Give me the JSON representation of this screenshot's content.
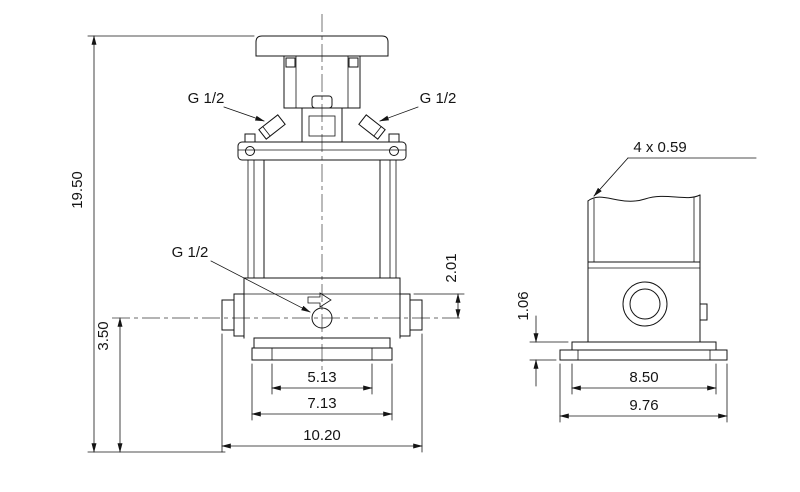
{
  "colors": {
    "ink": "#141414",
    "background": "#ffffff"
  },
  "front_view": {
    "vent_port_left_label": "G 1/2",
    "vent_port_right_label": "G 1/2",
    "drain_port_label": "G 1/2",
    "dims": {
      "overall_height": "19.50",
      "port_height": "3.50",
      "port_offset": "2.01",
      "bolt_spacing": "5.13",
      "base_width": "7.13",
      "overall_width": "10.20"
    }
  },
  "side_view": {
    "dims": {
      "mounting_holes": "4 x 0.59",
      "base_height": "1.06",
      "bolt_spacing": "8.50",
      "base_depth": "9.76"
    }
  }
}
